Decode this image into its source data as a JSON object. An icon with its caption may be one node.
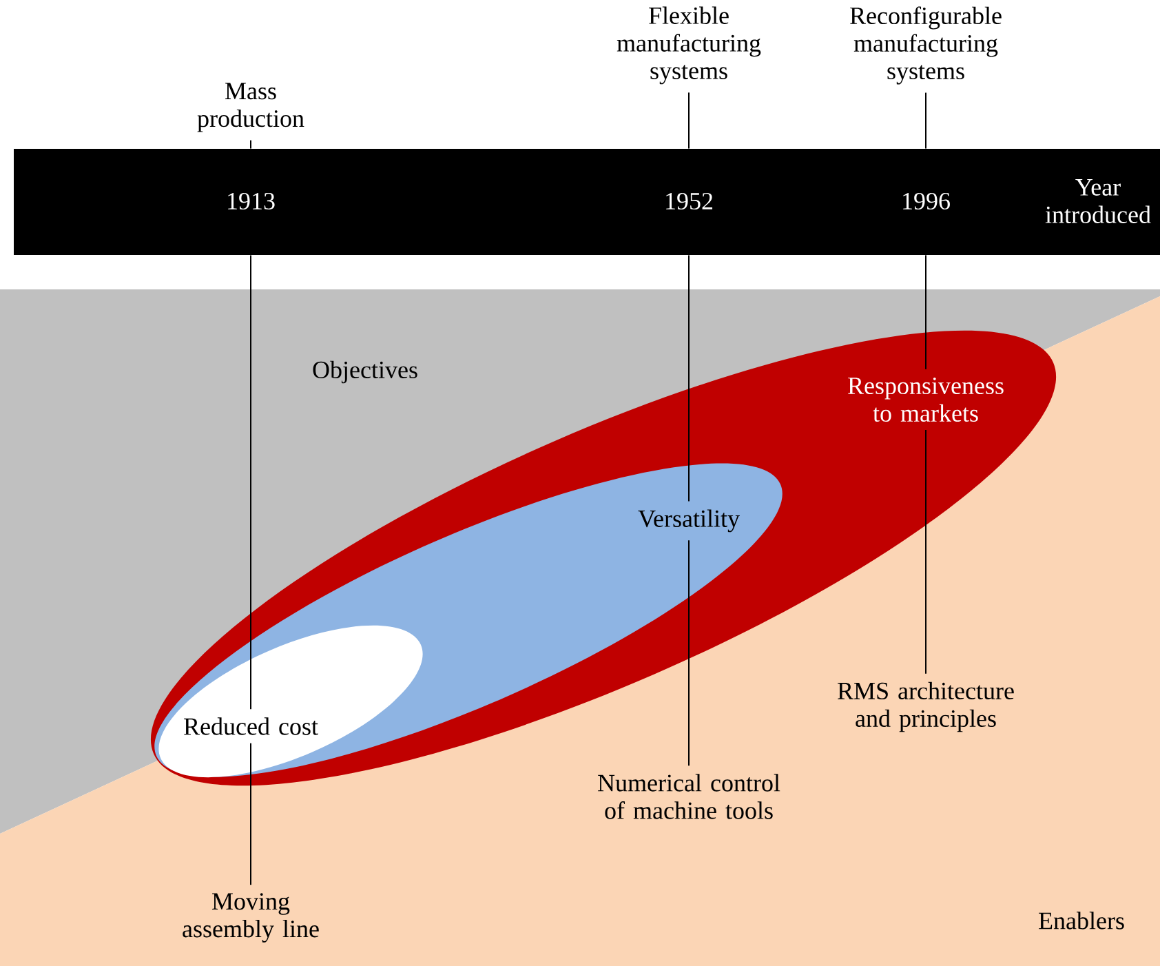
{
  "diagram": {
    "nodes": [
      {
        "text": [
          "Mass production"
        ]
      },
      {
        "text": [
          "Flexible manufacturing systems"
        ]
      },
      {
        "text": [
          "Reconfigurable manufacturing systems"
        ]
      },
      {
        "text": [
          "1913",
          "1952",
          "1996",
          "Year introduced"
        ]
      },
      {
        "text": [
          "Responsiveness to markets"
        ]
      },
      {
        "text": [
          "Versatility"
        ]
      },
      {
        "text": [
          "Reduced cost"
        ]
      },
      {
        "text": [
          "Moving assembly line"
        ]
      },
      {
        "text": [
          "Numerical control of machine tools"
        ]
      },
      {
        "text": [
          "RMS architecture and principles"
        ]
      }
    ],
    "edges": [
      {
        "from": 0,
        "to": 3,
        "arrow": "none"
      },
      {
        "from": 1,
        "to": 3,
        "arrow": "none"
      },
      {
        "from": 2,
        "to": 3,
        "arrow": "none"
      },
      {
        "from": 3,
        "to": 6,
        "arrow": "none"
      },
      {
        "from": 3,
        "to": 5,
        "arrow": "none"
      },
      {
        "from": 3,
        "to": 4,
        "arrow": "none"
      },
      {
        "from": 6,
        "to": 7,
        "arrow": "none"
      },
      {
        "from": 5,
        "to": 8,
        "arrow": "none"
      },
      {
        "from": 4,
        "to": 9,
        "arrow": "none"
      }
    ],
    "labels": [
      "Objectives",
      "Enablers"
    ]
  }
}
